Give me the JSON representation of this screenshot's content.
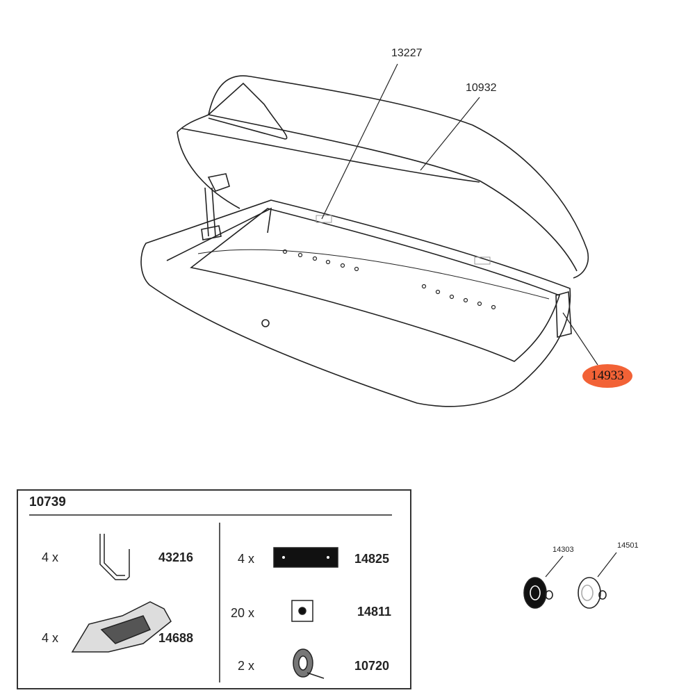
{
  "callouts": {
    "c1": "13227",
    "c2": "10932",
    "c3": "14933",
    "c4": "14303",
    "c5": "14501"
  },
  "highlight_color": "#f26236",
  "kit": {
    "title": "10739",
    "items": [
      {
        "qty": "4 x",
        "part": "43216",
        "icon": "u-bolt"
      },
      {
        "qty": "4 x",
        "part": "14688",
        "icon": "mounting-clamp"
      },
      {
        "qty": "4 x",
        "part": "14825",
        "icon": "rubber-pad"
      },
      {
        "qty": "20 x",
        "part": "14811",
        "icon": "square-washer"
      },
      {
        "qty": "2 x",
        "part": "10720",
        "icon": "strap-roll"
      }
    ]
  }
}
